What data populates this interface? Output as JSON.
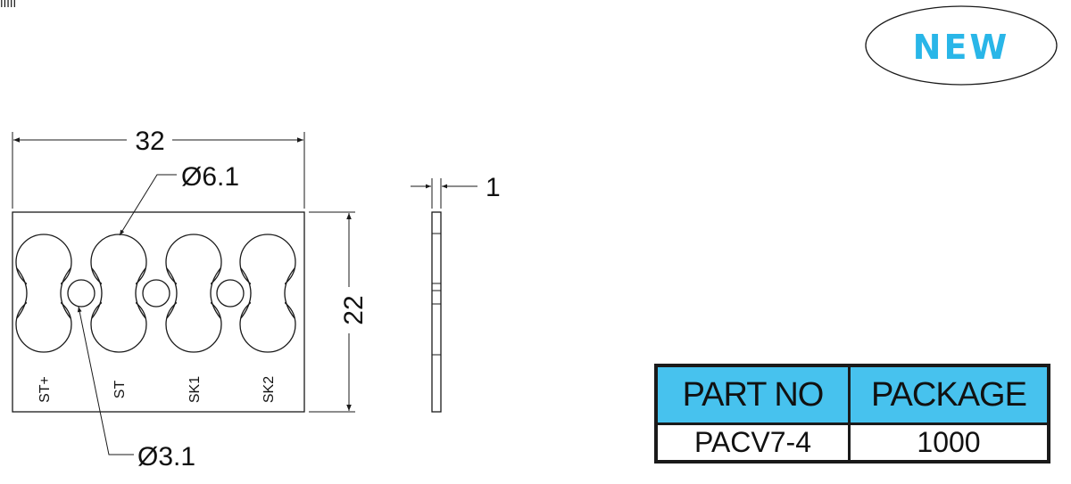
{
  "header_mark": "IIIII",
  "badge": {
    "label": "NEW",
    "color": "#29b6e8"
  },
  "dimensions": {
    "width": "32",
    "height": "22",
    "thickness": "1",
    "large_hole": "Ø6.1",
    "small_hole": "Ø3.1"
  },
  "hole_labels": [
    "ST+",
    "ST",
    "SK1",
    "SK2"
  ],
  "table": {
    "headers": [
      "PART NO",
      "PACKAGE"
    ],
    "row": [
      "PACV7-4",
      "1000"
    ],
    "header_color": "#47c2ee"
  }
}
